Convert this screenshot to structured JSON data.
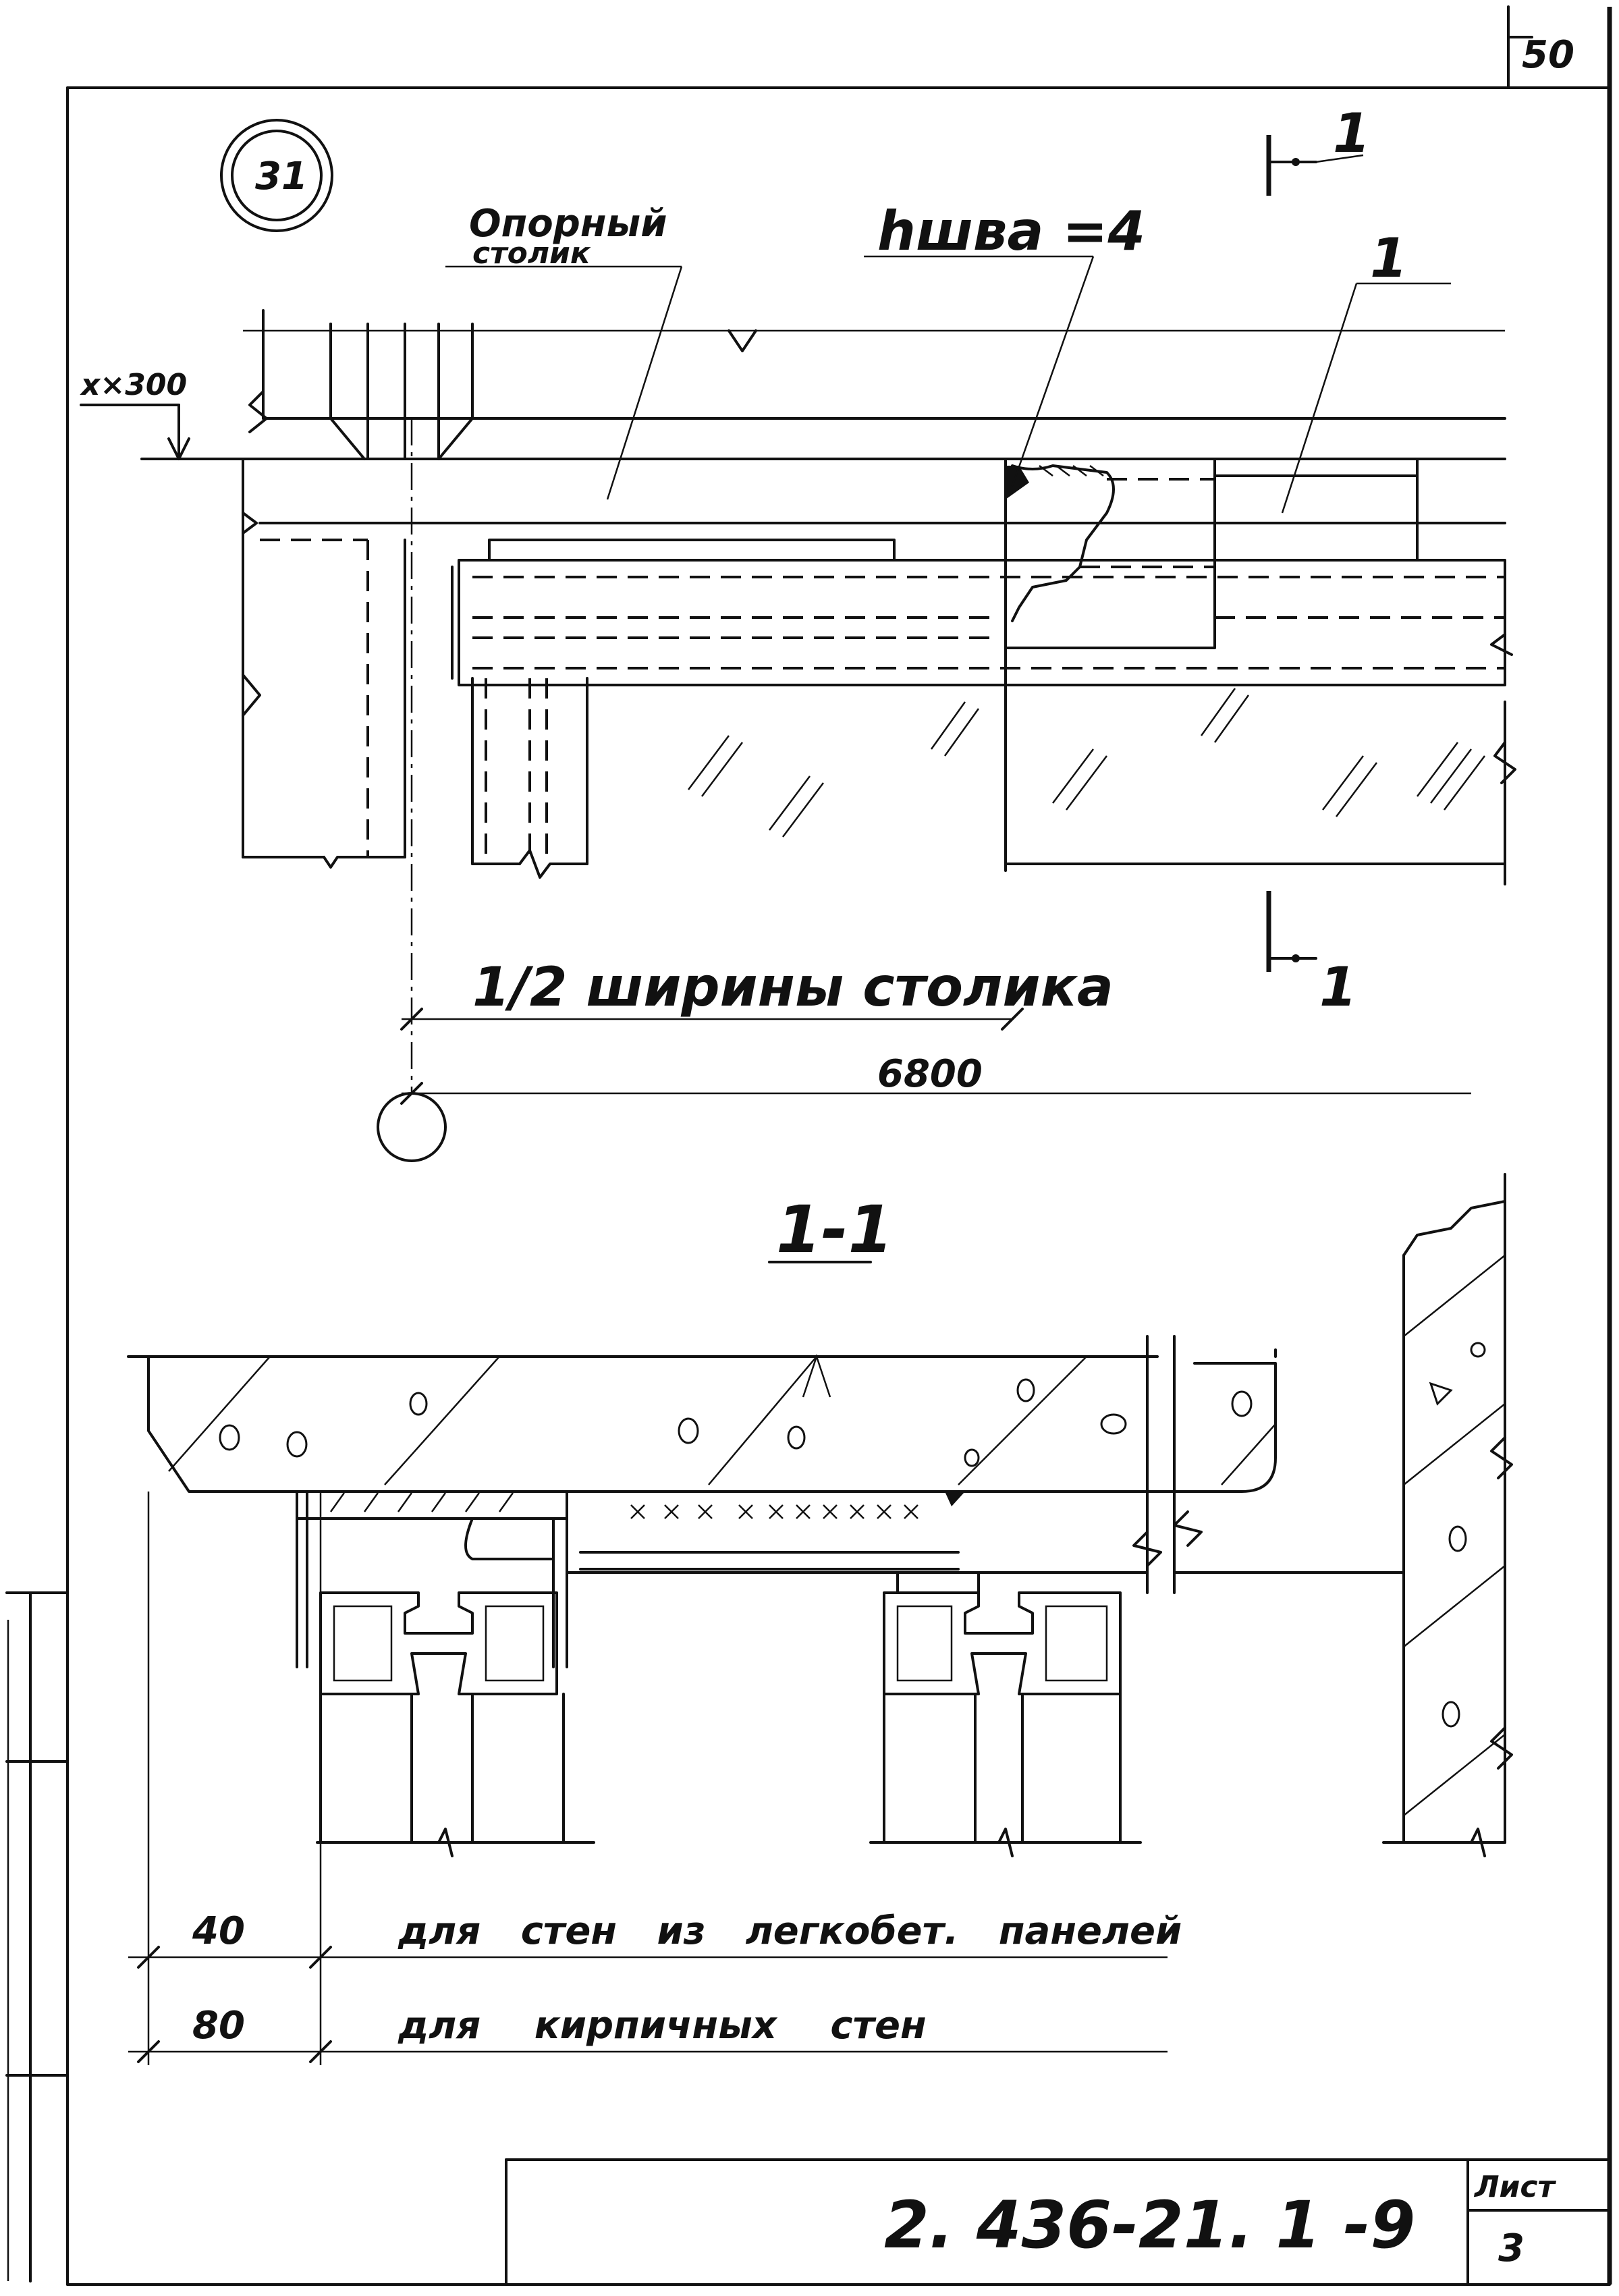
{
  "sheet": {
    "corner_number": "50",
    "detail_number": "31",
    "document_code": "2. 436-21. 1 -9",
    "sheet_label": "Лист",
    "sheet_number": "3"
  },
  "plan": {
    "support_table_label_line1": "Опорный",
    "support_table_label_line2": "столик",
    "weld_label": "hшва =4",
    "item_1": "1",
    "level_mark": "x×300",
    "section_mark_top": "1",
    "section_mark_bottom": "1",
    "half_width_label": "1/2 ширины столика",
    "span_label": "6800"
  },
  "section": {
    "title": "1-1",
    "dim_40": "40",
    "dim_80": "80",
    "note_lightweight": "для стен из легкобет. панелей",
    "note_brick": "для кирпичных стен"
  }
}
